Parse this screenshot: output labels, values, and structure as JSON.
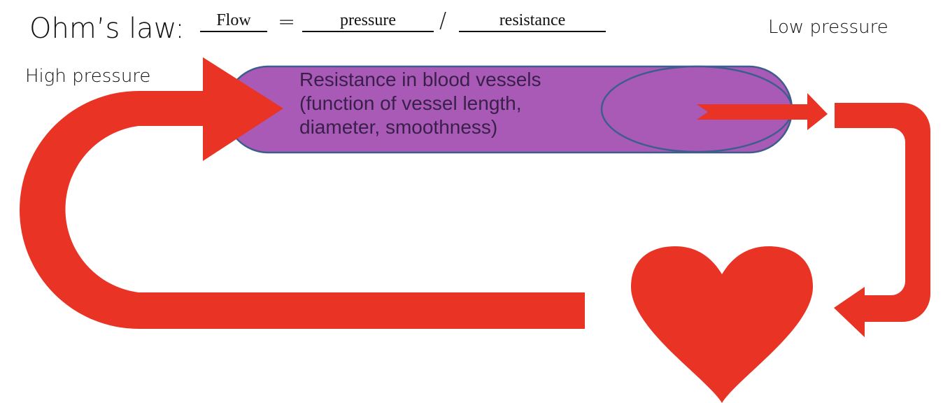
{
  "equation": {
    "title": "Ohm’s law:",
    "flow": "Flow",
    "equals": "=",
    "pressure": "pressure",
    "divide": "/",
    "resistance": "resistance"
  },
  "labels": {
    "high_pressure": "High pressure",
    "low_pressure": "Low pressure"
  },
  "vessel": {
    "line1": "Resistance in blood vessels",
    "line2": "(function of vessel length,",
    "line3": "diameter, smoothness)"
  },
  "colors": {
    "arrow": "#e83325",
    "vessel_fill": "#a95ab7",
    "vessel_stroke": "#3f5d8c",
    "heart": "#e83325",
    "text": "#111111"
  },
  "icons": {
    "heart": "heart-icon"
  }
}
